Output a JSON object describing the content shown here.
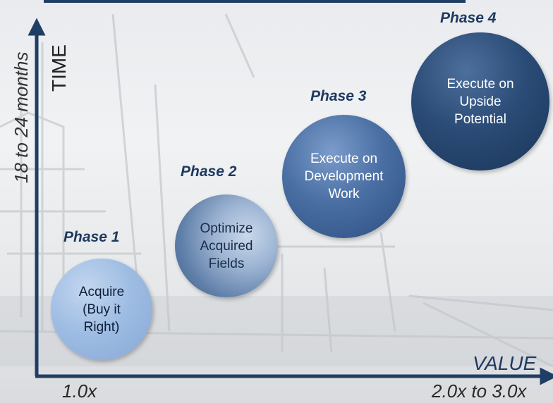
{
  "axes": {
    "y_label": "TIME",
    "y_range": "18 to 24 months",
    "x_label": "VALUE",
    "x_min": "1.0x",
    "x_max": "2.0x to 3.0x"
  },
  "phases": [
    {
      "label": "Phase 1",
      "text": "Acquire\n(Buy it\nRight)"
    },
    {
      "label": "Phase 2",
      "text": "Optimize\nAcquired\nFields"
    },
    {
      "label": "Phase 3",
      "text": "Execute on\nDevelopment\nWork"
    },
    {
      "label": "Phase 4",
      "text": "Execute on\nUpside\nPotential"
    }
  ],
  "colors": {
    "navy": "#1f3e63",
    "phase_label": "#1f3a60"
  }
}
